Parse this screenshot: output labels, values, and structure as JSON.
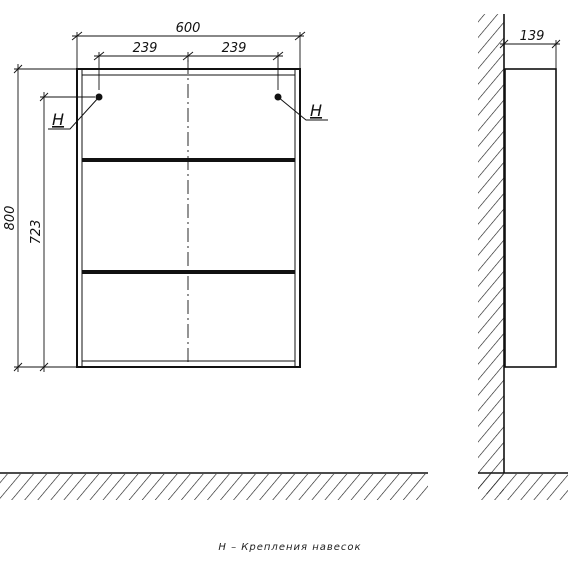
{
  "dimensions": {
    "overall_width": "600",
    "left_offset": "239",
    "right_offset": "239",
    "overall_height": "800",
    "mount_height": "723",
    "depth": "139"
  },
  "markers": {
    "left_label": "H",
    "right_label": "H"
  },
  "caption": "H – Крепления навесок",
  "colors": {
    "line": "#111111",
    "panel_edge": "#222222"
  }
}
